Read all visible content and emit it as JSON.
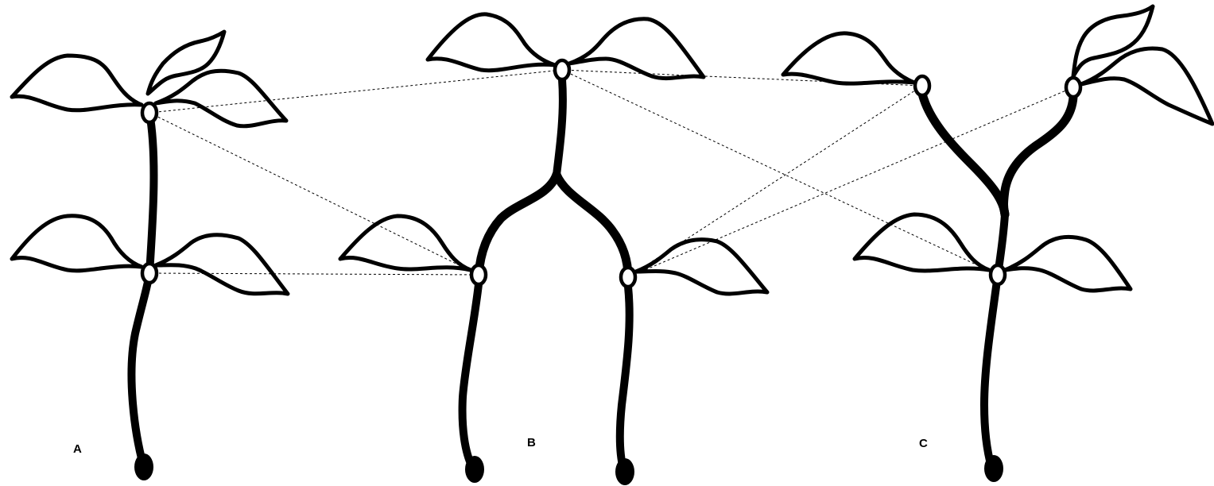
{
  "labels": {
    "a": "A",
    "b": "B",
    "c": "C"
  },
  "colors": {
    "ink": "#000000",
    "background": "#ffffff",
    "node_fill": "#ffffff"
  }
}
